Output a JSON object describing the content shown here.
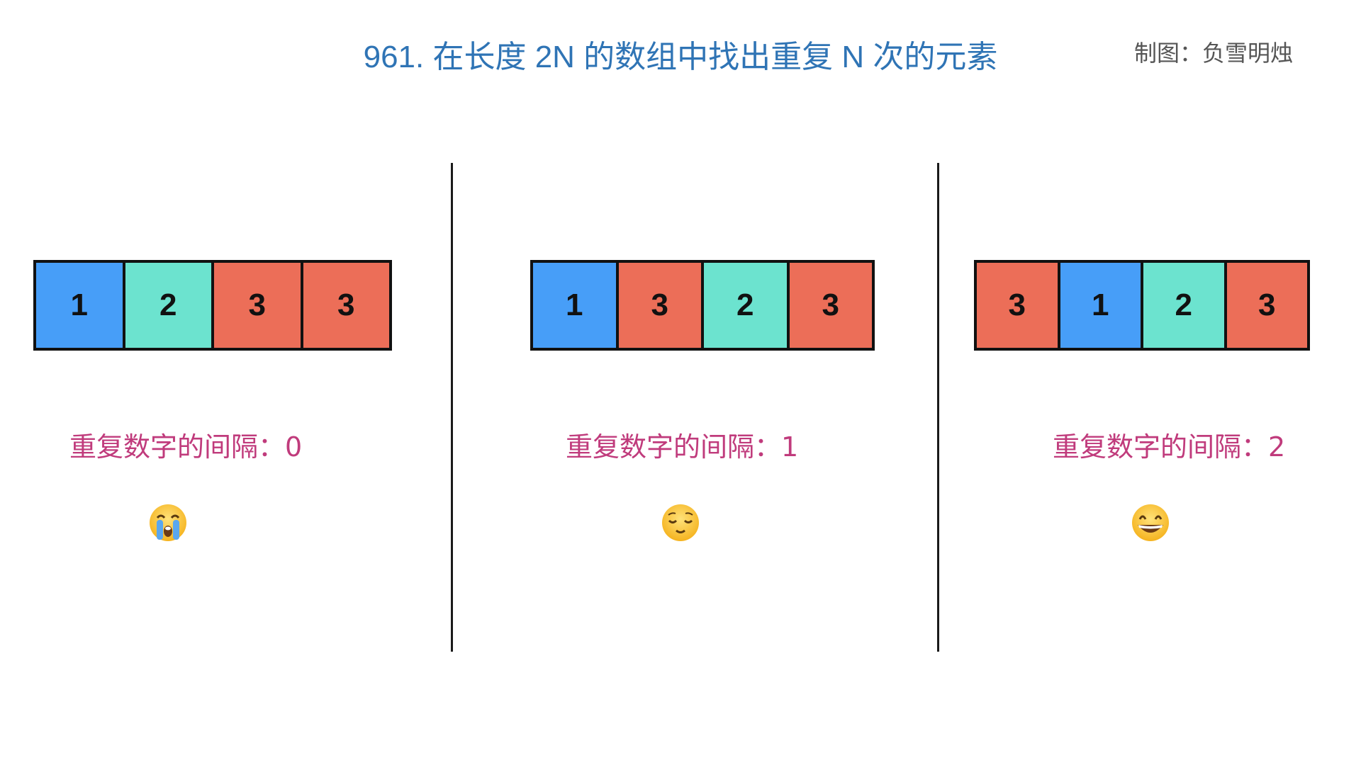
{
  "title": "961. 在长度 2N 的数组中找出重复 N 次的元素",
  "credit": "制图：负雪明烛",
  "colors": {
    "title": "#2f74b5",
    "credit": "#555555",
    "label": "#c03b7c",
    "value_1": "#479ef8",
    "value_2": "#6ce3cf",
    "value_3": "#ec6e58"
  },
  "panels": [
    {
      "cells": [
        {
          "value": "1",
          "color": "#479ef8"
        },
        {
          "value": "2",
          "color": "#6ce3cf"
        },
        {
          "value": "3",
          "color": "#ec6e58"
        },
        {
          "value": "3",
          "color": "#ec6e58"
        }
      ],
      "label": "重复数字的间隔：0",
      "emoji": "loudly-crying-face"
    },
    {
      "cells": [
        {
          "value": "1",
          "color": "#479ef8"
        },
        {
          "value": "3",
          "color": "#ec6e58"
        },
        {
          "value": "2",
          "color": "#6ce3cf"
        },
        {
          "value": "3",
          "color": "#ec6e58"
        }
      ],
      "label": "重复数字的间隔：1",
      "emoji": "relieved-face"
    },
    {
      "cells": [
        {
          "value": "3",
          "color": "#ec6e58"
        },
        {
          "value": "1",
          "color": "#479ef8"
        },
        {
          "value": "2",
          "color": "#6ce3cf"
        },
        {
          "value": "3",
          "color": "#ec6e58"
        }
      ],
      "label": "重复数字的间隔：2",
      "emoji": "grinning-face-with-smiling-eyes"
    }
  ]
}
